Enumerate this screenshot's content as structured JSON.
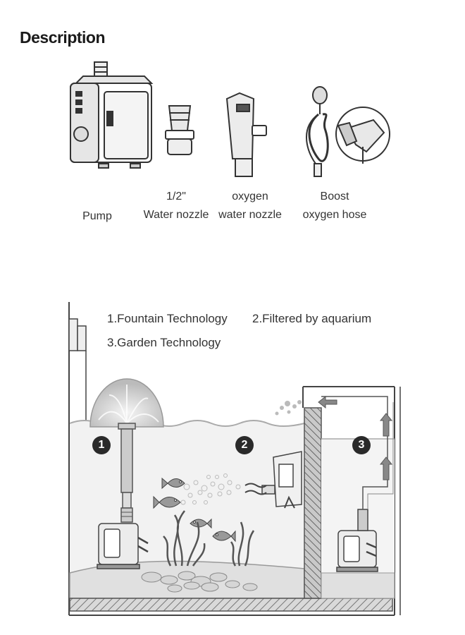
{
  "heading": "Description",
  "parts": [
    {
      "line1": "",
      "line2": "Pump"
    },
    {
      "line1": "1/2\"",
      "line2": "Water nozzle"
    },
    {
      "line1": "oxygen",
      "line2": "water nozzle"
    },
    {
      "line1": "Boost",
      "line2": "oxygen hose"
    }
  ],
  "legend": {
    "item1": "1.Fountain Technology",
    "item2": "2.Filtered by aquarium",
    "item3": "3.Garden Technology"
  },
  "badges": [
    "1",
    "2",
    "3"
  ],
  "icons": [
    "pump-icon",
    "water-nozzle-icon",
    "oxygen-nozzle-icon",
    "oxygen-hose-icon",
    "fountain-dome-icon",
    "filter-icon",
    "fish-icon",
    "plant-icon",
    "flow-arrow-icon"
  ]
}
